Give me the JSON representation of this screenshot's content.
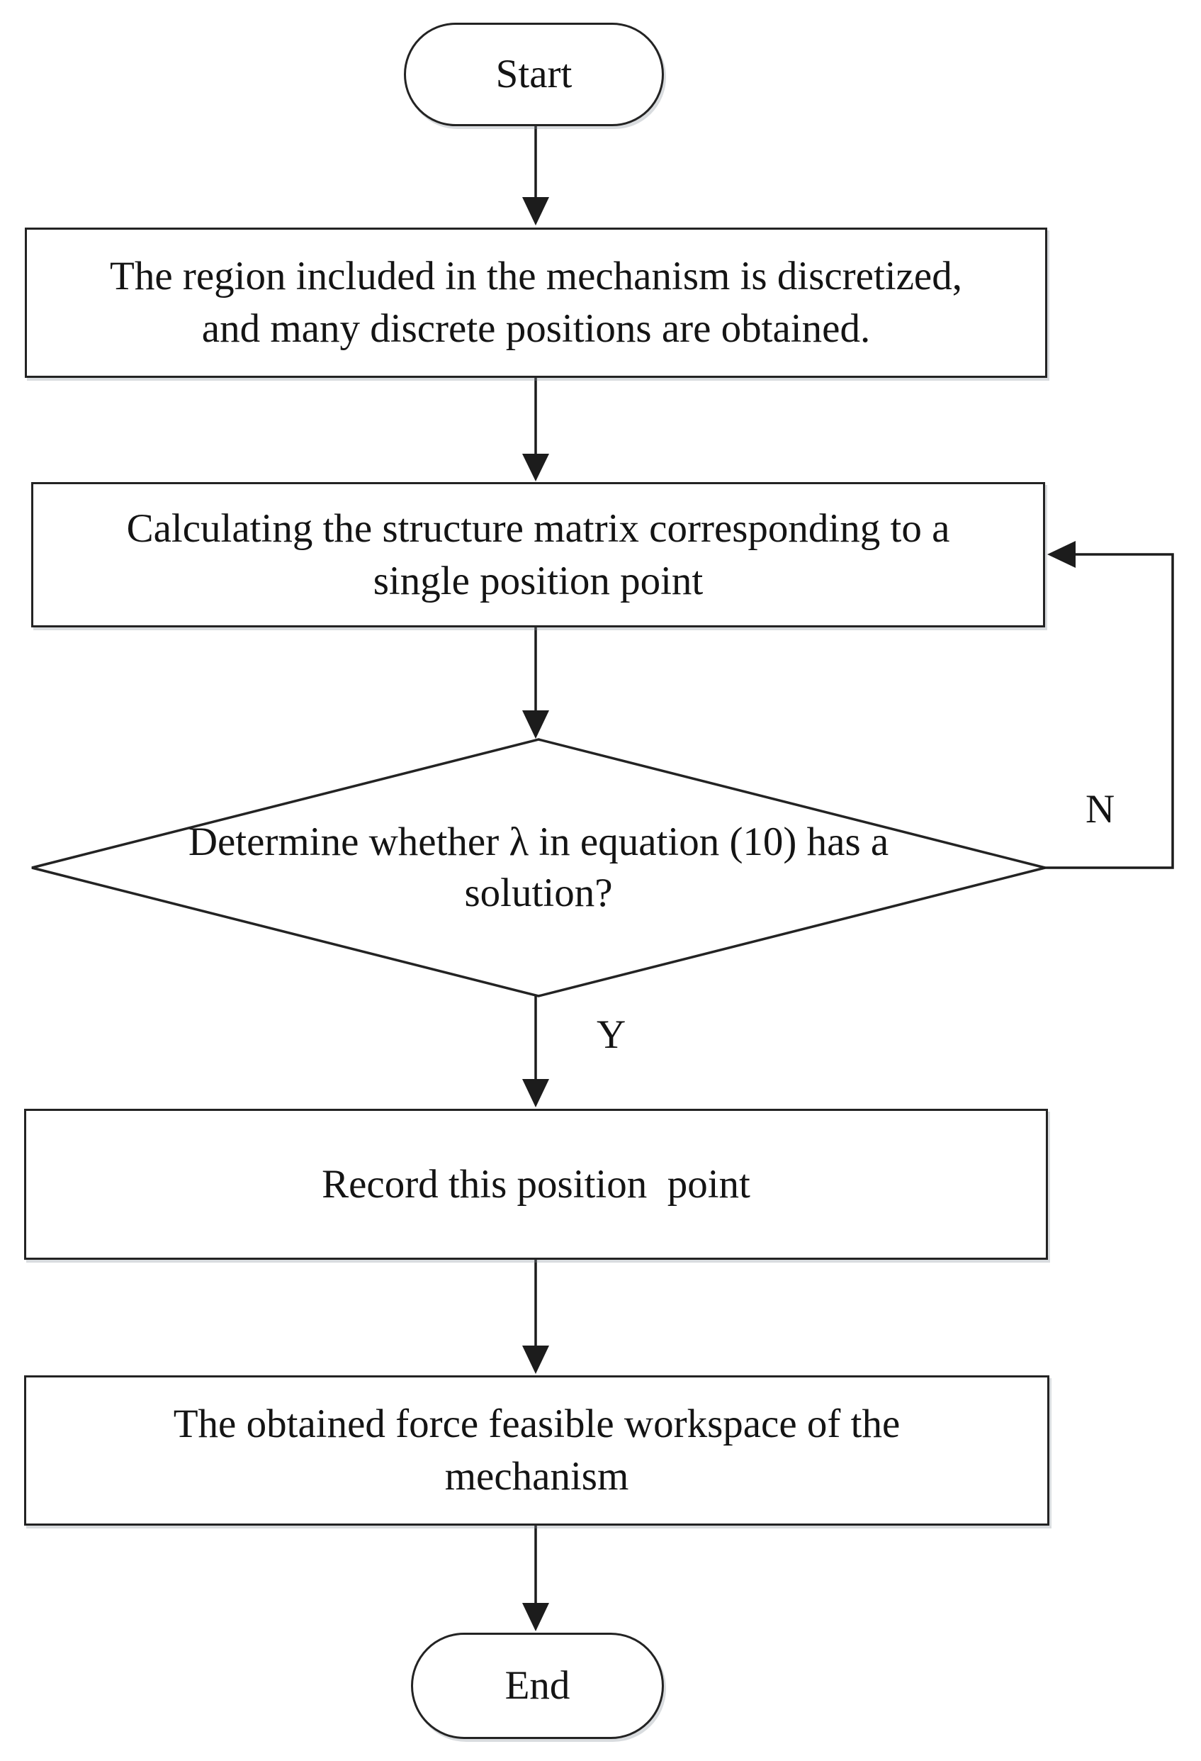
{
  "flowchart": {
    "nodes": {
      "start": {
        "type": "terminator",
        "lines": [
          "Start"
        ]
      },
      "discretize": {
        "type": "process",
        "lines": [
          "The region included in the mechanism is discretized,",
          "and many discrete positions are obtained."
        ]
      },
      "calc": {
        "type": "process",
        "lines": [
          "Calculating the structure matrix corresponding to a",
          "single position point"
        ]
      },
      "decision": {
        "type": "decision",
        "lines": [
          "Determine whether λ in equation (10) has a",
          "solution?"
        ]
      },
      "record": {
        "type": "process",
        "lines": [
          "Record this position  point"
        ]
      },
      "workspace": {
        "type": "process",
        "lines": [
          "The obtained force feasible workspace of the",
          "mechanism"
        ]
      },
      "end": {
        "type": "terminator",
        "lines": [
          "End"
        ]
      }
    },
    "edge_labels": {
      "yes": "Y",
      "no": "N"
    },
    "colors": {
      "shape_stroke": "#232323",
      "connector": "#1c1c1c",
      "shape_fill": "#ffffff",
      "text": "#141414",
      "background": "#ffffff"
    }
  }
}
